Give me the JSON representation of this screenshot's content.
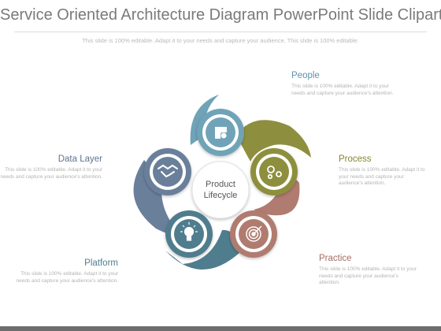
{
  "title": "Service Oriented Architecture Diagram PowerPoint Slide Clipart",
  "subtitle": "This slide is 100% editable. Adapt it to your needs and capture your audience. This slide is 100% editable.",
  "center": {
    "line1": "Product",
    "line2": "Lifecycle"
  },
  "items": [
    {
      "title": "People",
      "desc": "This slide is 100% editable. Adapt it to your needs and capture your audience's attention.",
      "color": "#6fa3b8",
      "icon": "puzzle-icon"
    },
    {
      "title": "Process",
      "desc": "This slide is 100% editable. Adapt it to your needs and capture your audience's attention.",
      "color": "#8e8f3e",
      "icon": "gears-icon"
    },
    {
      "title": "Practice",
      "desc": "This slide is 100% editable. Adapt it to your needs and capture your audience's attention.",
      "color": "#b07b70",
      "icon": "target-icon"
    },
    {
      "title": "Platform",
      "desc": "This slide is 100% editable. Adapt it to your needs and capture your audience's attention.",
      "color": "#4f7d8e",
      "icon": "lightbulb-icon"
    },
    {
      "title": "Data Layer",
      "desc": "This slide is 100% editable. Adapt it to your needs and capture your audience's attention.",
      "color": "#6a7f9a",
      "icon": "handshake-icon"
    }
  ]
}
